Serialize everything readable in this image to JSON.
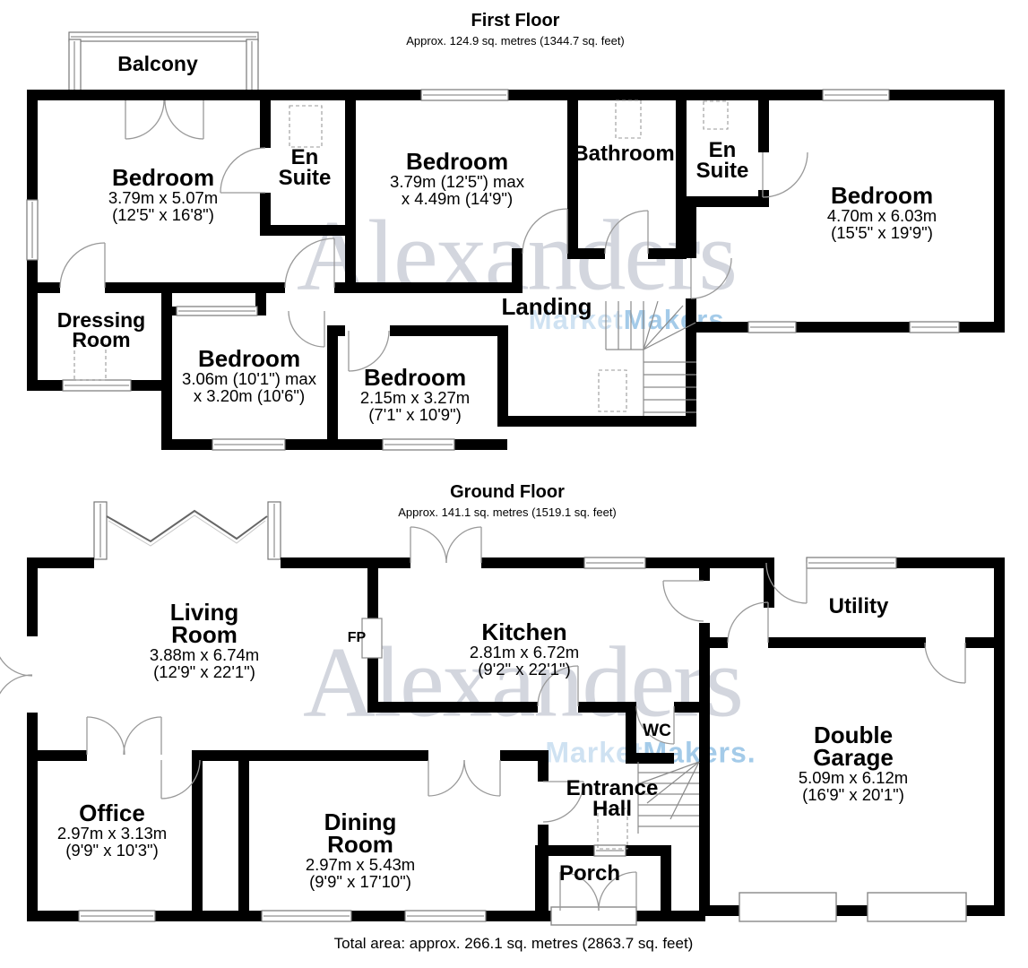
{
  "header": {
    "first_floor_title": "First Floor",
    "first_floor_area": "Approx. 124.9 sq. metres (1344.7 sq. feet)",
    "ground_floor_title": "Ground Floor",
    "ground_floor_area": "Approx. 141.1 sq. metres (1519.1 sq. feet)"
  },
  "footer": {
    "total_area": "Total area: approx. 266.1 sq. metres (2863.7 sq. feet)"
  },
  "watermark": {
    "brand": "Alexanders",
    "tagline_part1": "Market",
    "tagline_part2": "Makers.",
    "brand_color": "#d3d6de",
    "tagline_color1": "#cfe2f2",
    "tagline_color2": "#a4cbe9"
  },
  "first_floor": {
    "rooms": {
      "balcony": {
        "name": "Balcony"
      },
      "bedroom_front": {
        "name": "Bedroom",
        "dims_metric": "3.79m x 5.07m",
        "dims_imperial": "(12'5\" x 16'8\")"
      },
      "en_suite_1": {
        "name": "En Suite"
      },
      "bedroom_middle": {
        "name": "Bedroom",
        "dims_metric": "3.79m (12'5\") max",
        "dims_imperial": "x 4.49m (14'9\")"
      },
      "bathroom": {
        "name": "Bathroom"
      },
      "en_suite_2": {
        "name": "En Suite"
      },
      "bedroom_right": {
        "name": "Bedroom",
        "dims_metric": "4.70m x 6.03m",
        "dims_imperial": "(15'5\" x 19'9\")"
      },
      "dressing_room": {
        "name": "Dressing Room"
      },
      "bedroom_small_left": {
        "name": "Bedroom",
        "dims_metric": "3.06m (10'1\") max",
        "dims_imperial": "x 3.20m (10'6\")"
      },
      "bedroom_small_right": {
        "name": "Bedroom",
        "dims_metric": "2.15m x 3.27m",
        "dims_imperial": "(7'1\" x 10'9\")"
      },
      "landing": {
        "name": "Landing"
      }
    }
  },
  "ground_floor": {
    "rooms": {
      "living_room": {
        "name": "Living Room",
        "dims_metric": "3.88m x 6.74m",
        "dims_imperial": "(12'9\" x 22'1\")"
      },
      "fireplace": {
        "name": "FP"
      },
      "kitchen": {
        "name": "Kitchen",
        "dims_metric": "2.81m x 6.72m",
        "dims_imperial": "(9'2\" x 22'1\")"
      },
      "utility": {
        "name": "Utility"
      },
      "wc": {
        "name": "WC"
      },
      "double_garage": {
        "name": "Double Garage",
        "dims_metric": "5.09m x 6.12m",
        "dims_imperial": "(16'9\" x 20'1\")"
      },
      "office": {
        "name": "Office",
        "dims_metric": "2.97m x 3.13m",
        "dims_imperial": "(9'9\" x 10'3\")"
      },
      "dining_room": {
        "name": "Dining Room",
        "dims_metric": "2.97m x 5.43m",
        "dims_imperial": "(9'9\" x 17'10\")"
      },
      "entrance_hall": {
        "name": "Entrance Hall"
      },
      "porch": {
        "name": "Porch"
      }
    }
  }
}
